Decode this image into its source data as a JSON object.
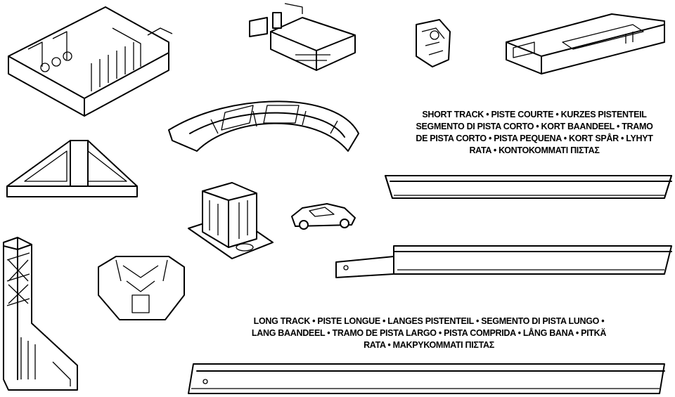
{
  "captions": {
    "short_track": [
      "SHORT TRACK • PISTE COURTE • KURZES PISTENTEIL",
      "SEGMENTO DI PISTA CORTO • KORT BAANDEEL • TRAMO",
      "DE PISTA CORTO • PISTA PEQUENA • KORT SPÅR • LYHYT",
      "RATA • ΚΟΝΤΟΚΟΜΜΑΤΙ ΠΙΣΤΑΣ"
    ],
    "long_track": [
      "LONG TRACK • PISTE LONGUE • LANGES PISTENTEIL • SEGMENTO DI PISTA LUNGO •",
      "LANG BAANDEEL • TRAMO DE PISTA LARGO • PISTA COMPRIDA • LÅNG BANA • PITKÄ",
      "RATA • ΜΑΚΡΥΚΟΜΜΑΤΙ ΠΙΣΤΑΣ"
    ]
  },
  "colors": {
    "ink": "#000000",
    "paper": "#ffffff"
  }
}
